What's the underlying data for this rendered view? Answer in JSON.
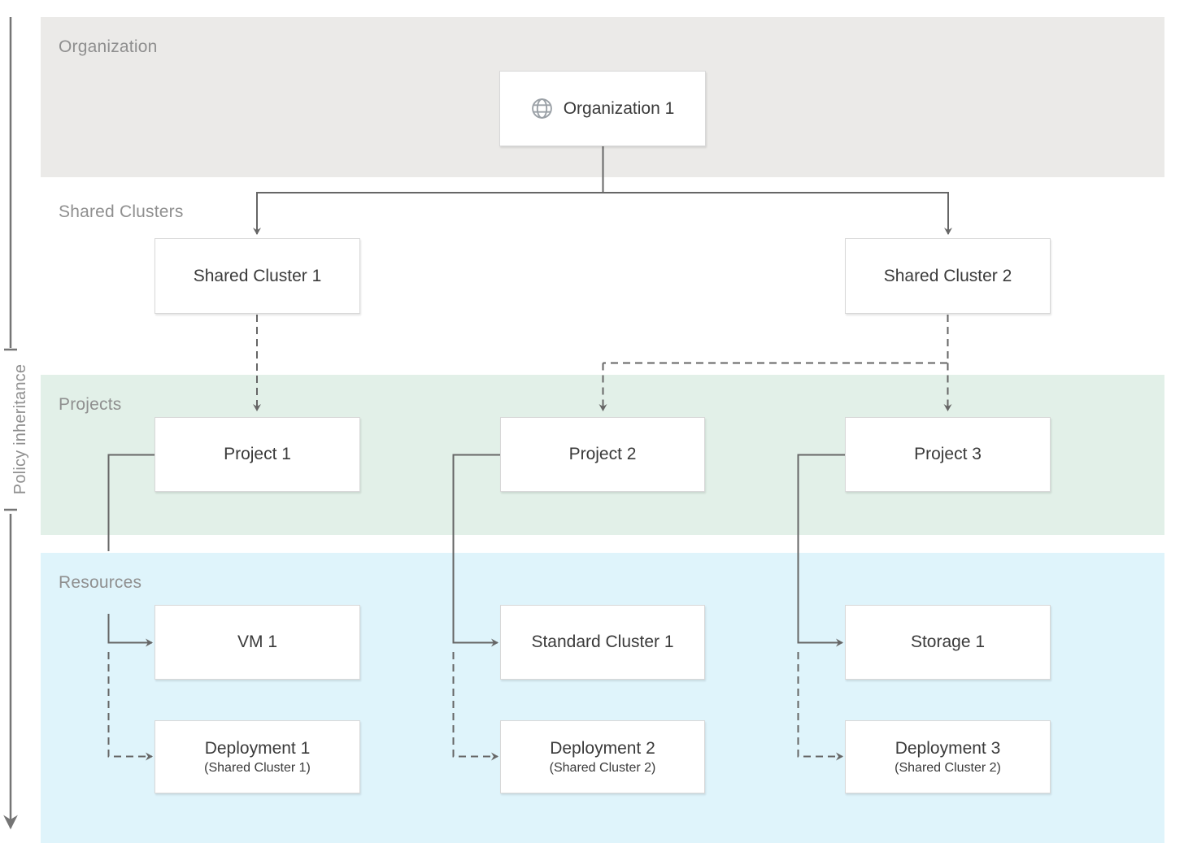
{
  "axis": {
    "label": "Policy inheritance"
  },
  "bands": {
    "organization": {
      "label": "Organization",
      "background": "#EBEAE8"
    },
    "shared_clusters": {
      "label": "Shared Clusters",
      "background": "transparent"
    },
    "projects": {
      "label": "Projects",
      "background": "#E2F0E8"
    },
    "resources": {
      "label": "Resources",
      "background": "#DFF4FB"
    }
  },
  "nodes": {
    "organization1": {
      "label": "Organization 1",
      "icon": "globe-icon"
    },
    "shared_cluster1": {
      "label": "Shared Cluster 1"
    },
    "shared_cluster2": {
      "label": "Shared Cluster 2"
    },
    "project1": {
      "label": "Project 1"
    },
    "project2": {
      "label": "Project 2"
    },
    "project3": {
      "label": "Project 3"
    },
    "vm1": {
      "label": "VM 1"
    },
    "standard_cluster1": {
      "label": "Standard Cluster 1"
    },
    "storage1": {
      "label": "Storage 1"
    },
    "deployment1": {
      "label": "Deployment 1",
      "sublabel": "(Shared Cluster 1)"
    },
    "deployment2": {
      "label": "Deployment 2",
      "sublabel": "(Shared Cluster 2)"
    },
    "deployment3": {
      "label": "Deployment 3",
      "sublabel": "(Shared Cluster 2)"
    }
  },
  "colors": {
    "connector": "#666666",
    "axis": "#757575",
    "band_label": "#8F8F8F",
    "node_text": "#3A3A3A",
    "node_border": "#D8D8D8",
    "globe_icon": "#9AA0A6"
  }
}
